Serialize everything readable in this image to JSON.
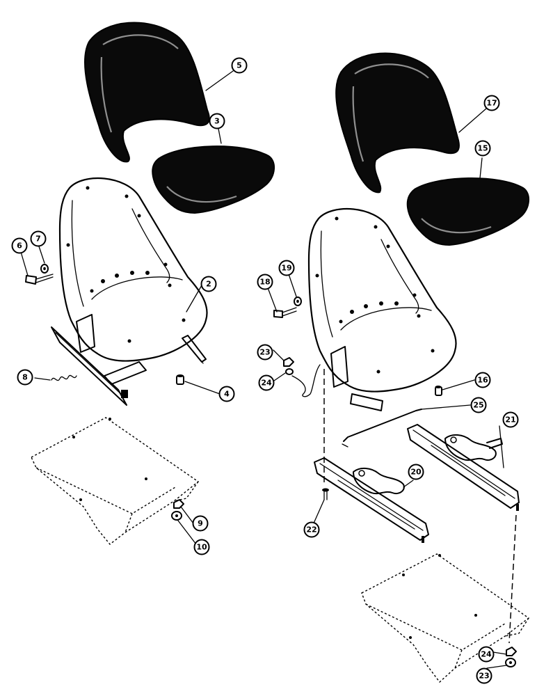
{
  "callouts": [
    {
      "id": "c5",
      "label": "5"
    },
    {
      "id": "c3",
      "label": "3"
    },
    {
      "id": "c7",
      "label": "7"
    },
    {
      "id": "c6",
      "label": "6"
    },
    {
      "id": "c2",
      "label": "2"
    },
    {
      "id": "c8",
      "label": "8"
    },
    {
      "id": "c4",
      "label": "4"
    },
    {
      "id": "c9",
      "label": "9"
    },
    {
      "id": "c10",
      "label": "10"
    },
    {
      "id": "c17",
      "label": "17"
    },
    {
      "id": "c15",
      "label": "15"
    },
    {
      "id": "c18",
      "label": "18"
    },
    {
      "id": "c19",
      "label": "19"
    },
    {
      "id": "c23a",
      "label": "23"
    },
    {
      "id": "c24a",
      "label": "24"
    },
    {
      "id": "c16",
      "label": "16"
    },
    {
      "id": "c25",
      "label": "25"
    },
    {
      "id": "c21",
      "label": "21"
    },
    {
      "id": "c20",
      "label": "20"
    },
    {
      "id": "c22",
      "label": "22"
    },
    {
      "id": "c24b",
      "label": "24"
    },
    {
      "id": "c23b",
      "label": "23"
    }
  ]
}
